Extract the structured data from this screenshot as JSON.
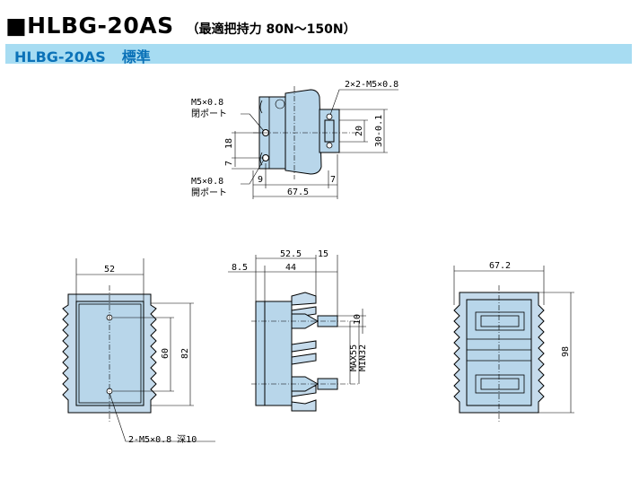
{
  "header": {
    "square": "■",
    "model": "HLBG-20AS",
    "subtitle": "（最適把持力 80N〜150N）"
  },
  "band": {
    "model": "HLBG-20AS",
    "label": "標準"
  },
  "top_view": {
    "port_upper_spec": "M5×0.8",
    "port_upper_name": "閉ポート",
    "port_lower_spec": "M5×0.8",
    "port_lower_name": "開ポート",
    "mount_spec": "2×2-M5×0.8",
    "dim_18": "18",
    "dim_7": "7",
    "dim_9": "9",
    "dim_67_5": "67.5",
    "dim_7b": "7",
    "dim_20": "20",
    "dim_30": "30-0.1"
  },
  "front_view": {
    "dim_52": "52",
    "dim_60": "60",
    "dim_82": "82",
    "hole_note": "2-M5×0.8 深10"
  },
  "side_view": {
    "dim_8_5": "8.5",
    "dim_52_5": "52.5",
    "dim_44": "44",
    "dim_15": "15",
    "dim_10": "10",
    "dim_max": "MAX55",
    "dim_min": "MIN32"
  },
  "rear_view": {
    "dim_67_2": "67.2",
    "dim_98": "98"
  },
  "colors": {
    "band_bg": "#a7dcf2",
    "band_text": "#0b72b8",
    "part_fill": "#b8d6ea"
  }
}
